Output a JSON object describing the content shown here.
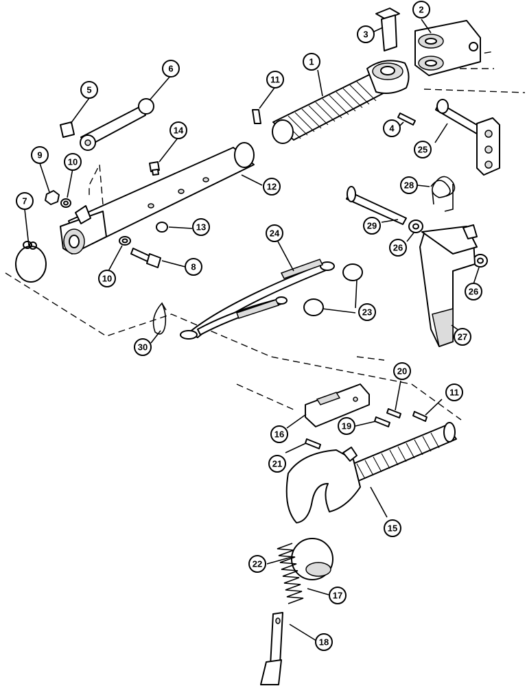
{
  "callouts": [
    {
      "id": "c1",
      "label": "1"
    },
    {
      "id": "c2",
      "label": "2"
    },
    {
      "id": "c3",
      "label": "3"
    },
    {
      "id": "c4",
      "label": "4"
    },
    {
      "id": "c5",
      "label": "5"
    },
    {
      "id": "c6",
      "label": "6"
    },
    {
      "id": "c7",
      "label": "7"
    },
    {
      "id": "c8",
      "label": "8"
    },
    {
      "id": "c9",
      "label": "9"
    },
    {
      "id": "c10a",
      "label": "10"
    },
    {
      "id": "c10b",
      "label": "10"
    },
    {
      "id": "c11a",
      "label": "11"
    },
    {
      "id": "c11b",
      "label": "11"
    },
    {
      "id": "c12",
      "label": "12"
    },
    {
      "id": "c13",
      "label": "13"
    },
    {
      "id": "c14",
      "label": "14"
    },
    {
      "id": "c15",
      "label": "15"
    },
    {
      "id": "c16",
      "label": "16"
    },
    {
      "id": "c17",
      "label": "17"
    },
    {
      "id": "c18",
      "label": "18"
    },
    {
      "id": "c19",
      "label": "19"
    },
    {
      "id": "c20",
      "label": "20"
    },
    {
      "id": "c21",
      "label": "21"
    },
    {
      "id": "c22",
      "label": "22"
    },
    {
      "id": "c23",
      "label": "23"
    },
    {
      "id": "c24",
      "label": "24"
    },
    {
      "id": "c25",
      "label": "25"
    },
    {
      "id": "c26a",
      "label": "26"
    },
    {
      "id": "c26b",
      "label": "26"
    },
    {
      "id": "c27",
      "label": "27"
    },
    {
      "id": "c28",
      "label": "28"
    },
    {
      "id": "c29",
      "label": "29"
    },
    {
      "id": "c30",
      "label": "30"
    }
  ]
}
